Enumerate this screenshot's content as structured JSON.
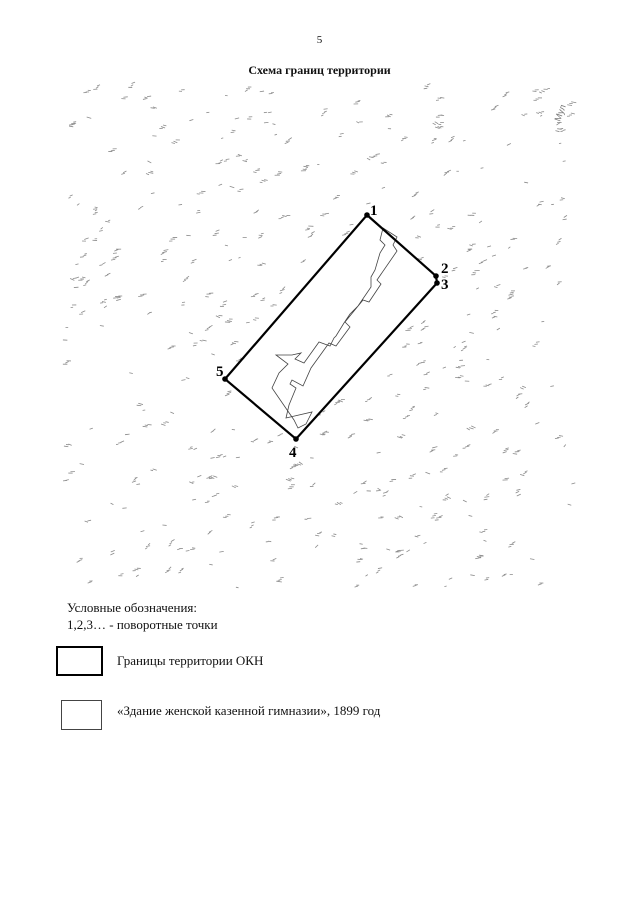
{
  "page": {
    "number": "5",
    "title": "Схема границ территории"
  },
  "map": {
    "points": [
      "1",
      "2",
      "3",
      "4",
      "5"
    ],
    "street_text": "Мул"
  },
  "legend": {
    "title": "Условные обозначения:",
    "note": "1,2,3… - поворотные точки",
    "items": [
      {
        "label": "Границы территории ОКН",
        "style": "bold-border"
      },
      {
        "label": "«Здание женской казенной гимназии», 1899 год",
        "style": "thin-border"
      }
    ]
  },
  "colors": {
    "boundary": "#000000",
    "building": "#444444",
    "map_noise": "#8a8a8a"
  }
}
